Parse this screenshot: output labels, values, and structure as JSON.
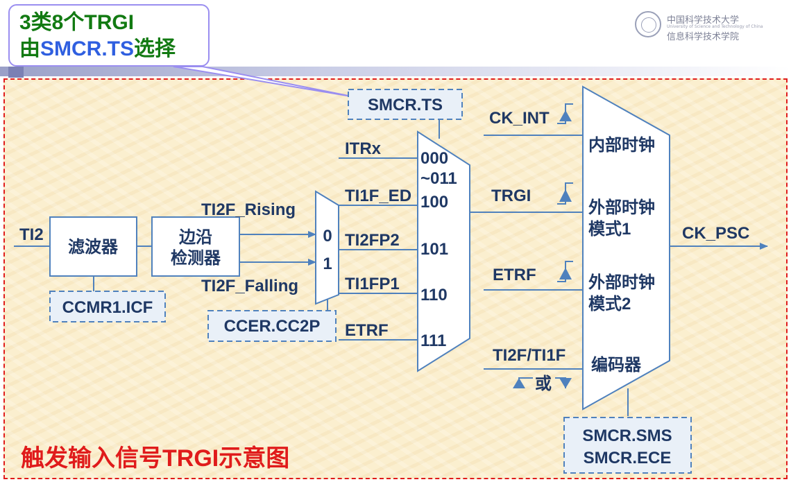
{
  "callout": {
    "line1": "3类8个TRGI",
    "line2_prefix": "由",
    "line2_reg": "SMCR.TS",
    "line2_suffix": "选择"
  },
  "logo": {
    "name_cn": "中国科学技术大学",
    "name_en": "University of Science and Technology of China",
    "school": "信息科学技术学院"
  },
  "diagram": {
    "input": "TI2",
    "filter": "滤波器",
    "edge_detector_l1": "边沿",
    "edge_detector_l2": "检测器",
    "ccmr1": "CCMR1.ICF",
    "rising": "TI2F_Rising",
    "falling": "TI2F_Falling",
    "mux_sel0": "0",
    "mux_sel1": "1",
    "ccer": "CCER.CC2P",
    "smcr_ts": "SMCR.TS",
    "sources": [
      "ITRx",
      "TI1F_ED",
      "TI2FP2",
      "TI1FP1",
      "ETRF"
    ],
    "codes": [
      "000",
      "~011",
      "100",
      "101",
      "110",
      "111"
    ],
    "ck_int": "CK_INT",
    "trgi": "TRGI",
    "etrf_out": "ETRF",
    "ti2f_ti1f": "TI2F/TI1F",
    "or": "或",
    "mode_internal": "内部时钟",
    "mode_ext1_l1": "外部时钟",
    "mode_ext1_l2": "模式1",
    "mode_ext2_l1": "外部时钟",
    "mode_ext2_l2": "模式2",
    "encoder": "编码器",
    "output": "CK_PSC",
    "smcr_sms": "SMCR.SMS",
    "smcr_ece": "SMCR.ECE"
  },
  "caption": "触发输入信号TRGI示意图",
  "colors": {
    "line": "#4f81bd",
    "text": "#1f3864",
    "caption": "#e01b1b",
    "callout_green": "#127a12",
    "callout_blue": "#2f5fe0"
  }
}
